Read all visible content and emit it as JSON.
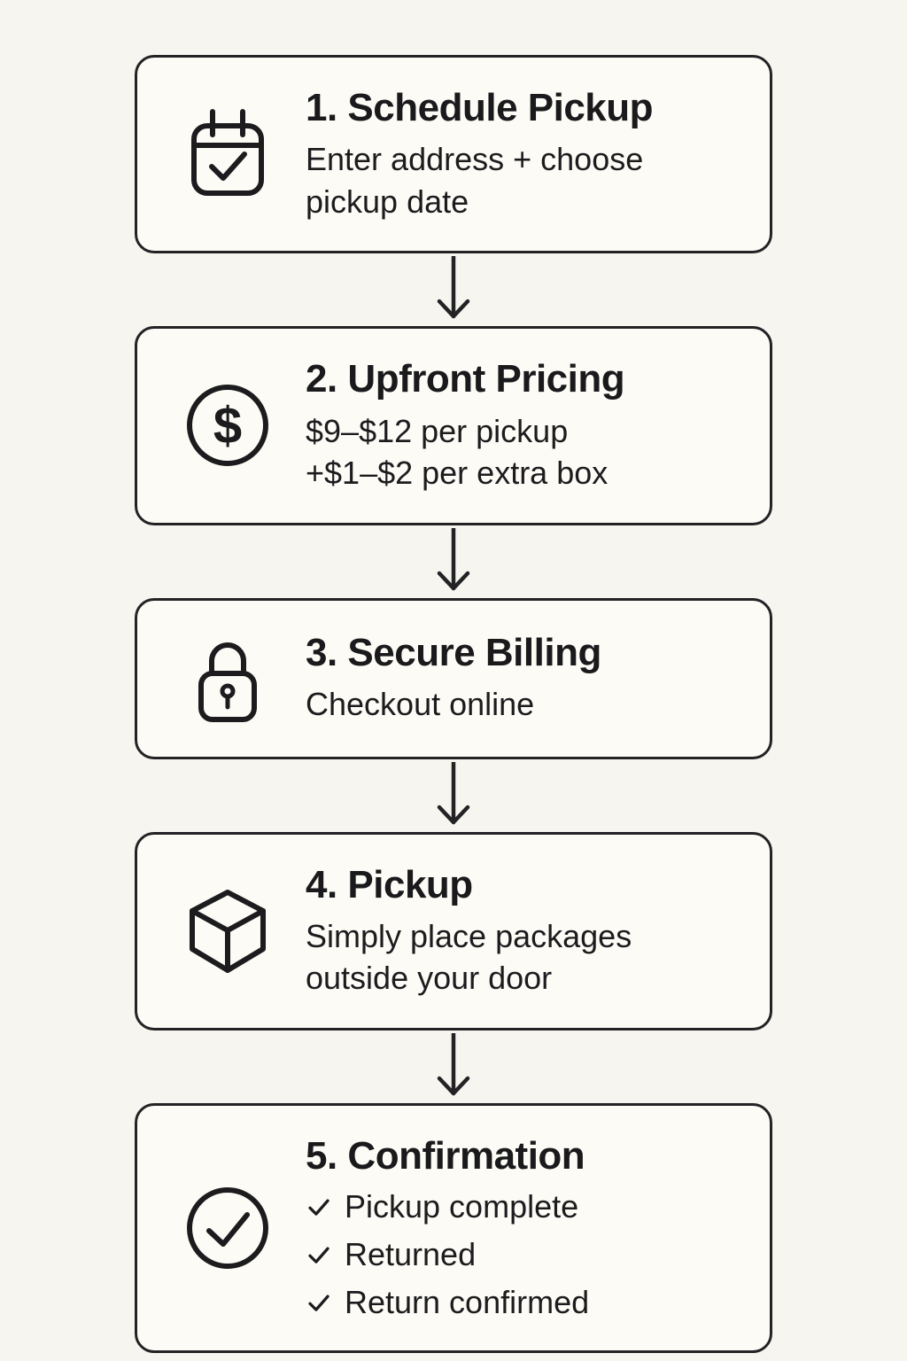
{
  "colors": {
    "background": "#f7f5ef",
    "card_background": "#fcfbf6",
    "border": "#232326",
    "text": "#1a1a1c"
  },
  "flow": {
    "steps": [
      {
        "icon": "calendar-check",
        "title": "1. Schedule Pickup",
        "lines": [
          "Enter address + choose",
          "pickup date"
        ]
      },
      {
        "icon": "dollar-circle",
        "title": "2. Upfront Pricing",
        "lines": [
          "$9–$12 per pickup",
          "+$1–$2 per extra box"
        ]
      },
      {
        "icon": "lock",
        "title": "3. Secure Billing",
        "lines": [
          "Checkout online"
        ]
      },
      {
        "icon": "cube",
        "title": "4. Pickup",
        "lines": [
          "Simply place packages",
          "outside your door"
        ]
      },
      {
        "icon": "check-circle",
        "title": "5. Confirmation",
        "checklist": [
          "Pickup complete",
          "Returned",
          "Return confirmed"
        ]
      }
    ]
  }
}
